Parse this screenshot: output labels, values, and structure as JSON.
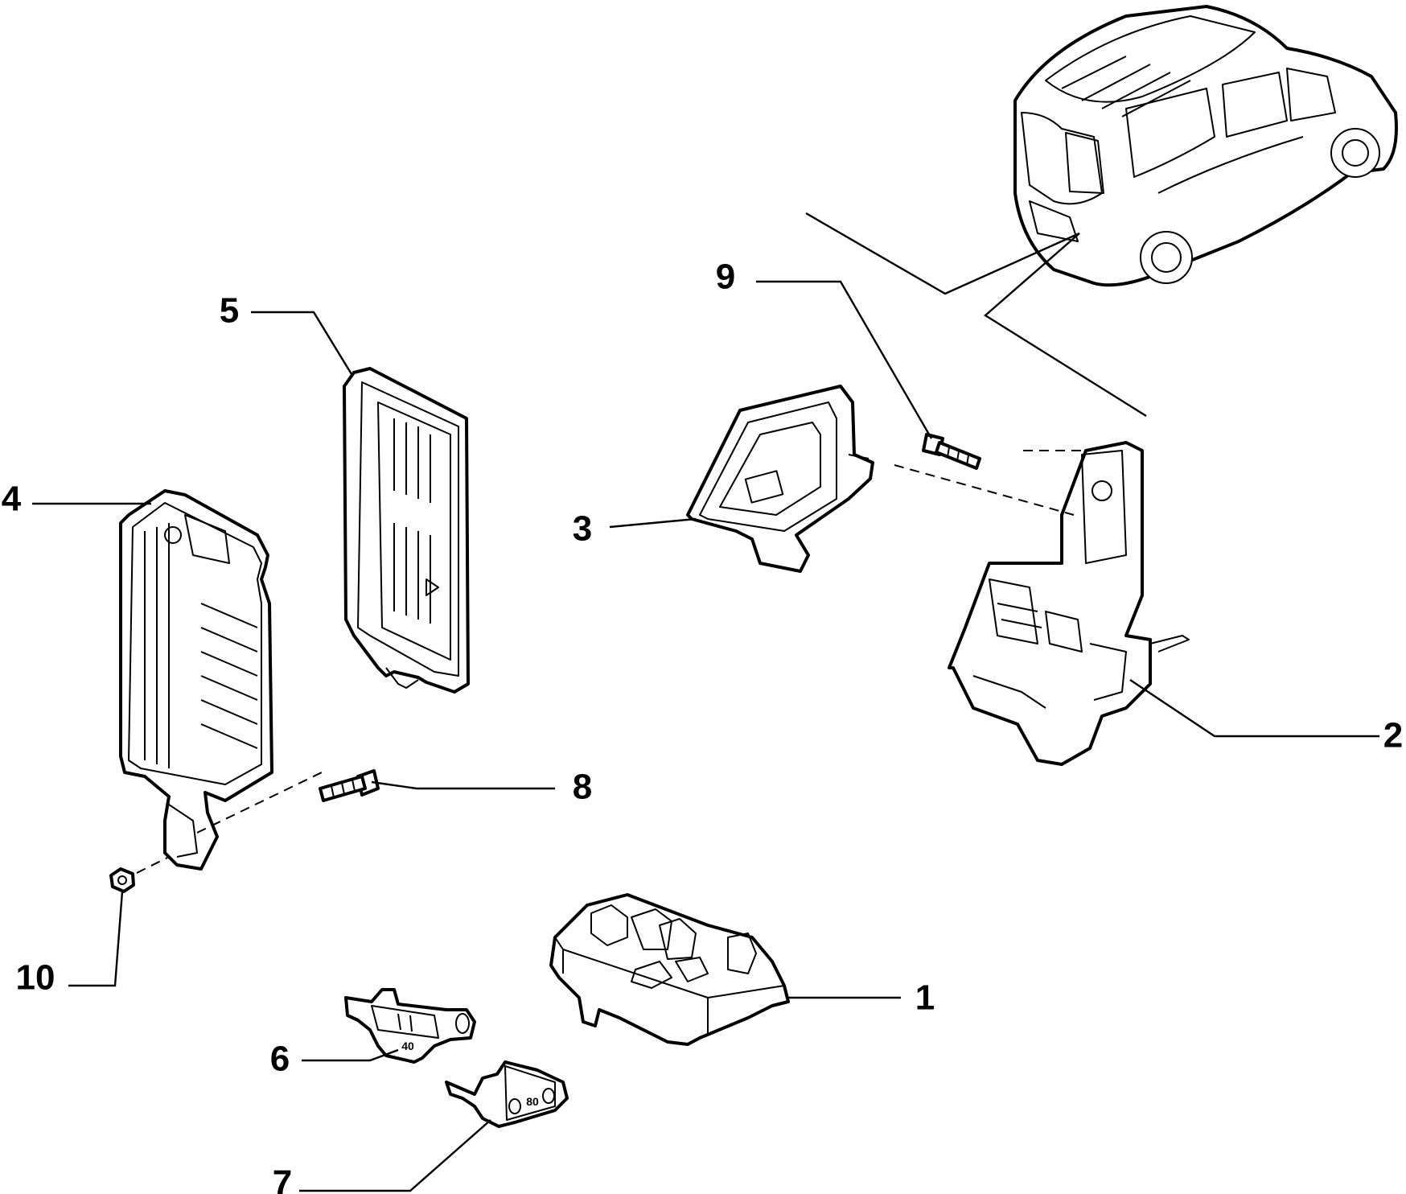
{
  "diagram": {
    "callouts": [
      {
        "id": "1",
        "label": "1"
      },
      {
        "id": "2",
        "label": "2"
      },
      {
        "id": "3",
        "label": "3"
      },
      {
        "id": "4",
        "label": "4"
      },
      {
        "id": "5",
        "label": "5"
      },
      {
        "id": "6",
        "label": "6"
      },
      {
        "id": "7",
        "label": "7"
      },
      {
        "id": "8",
        "label": "8"
      },
      {
        "id": "9",
        "label": "9"
      },
      {
        "id": "10",
        "label": "10"
      }
    ],
    "fuse_labels": {
      "fuse_40": "40",
      "fuse_80": "80"
    }
  }
}
